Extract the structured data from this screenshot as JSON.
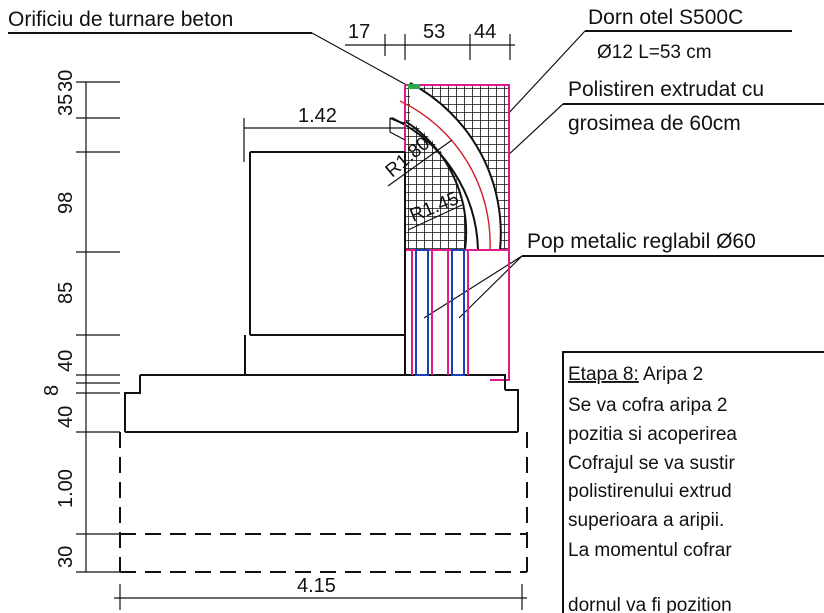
{
  "labels": {
    "orificiu": "Orificiu de turnare beton",
    "dorn_line1": "Dorn otel S500C",
    "dorn_line2": "Ø12 L=53 cm",
    "polistiren_line1": "Polistiren extrudat cu",
    "polistiren_line2": "grosimea de 60cm",
    "pop": "Pop metalic reglabil Ø60"
  },
  "dimensions": {
    "top": [
      "17",
      "53",
      "44"
    ],
    "width_top": "1.42",
    "width_bottom": "4.15",
    "left": [
      "35",
      "30",
      "98",
      "85",
      "40",
      "8",
      "40",
      "1.00",
      "30"
    ],
    "r_outer": "R1.80",
    "r_inner": "R1.45"
  },
  "note": {
    "title": "Etapa 8:",
    "title_rest": " Aripa 2",
    "lines": [
      "Se va cofra aripa 2",
      "pozitia si acoperirea",
      "Cofrajul se va sustir",
      "polistirenului extrud",
      "superioara a aripii.",
      "La momentul cofrar",
      "dornul va fi pozition"
    ]
  },
  "colors": {
    "ink": "#111111",
    "pink": "#e0198c",
    "red": "#d2202a",
    "blue": "#1b3fb0",
    "green": "#2aa84a"
  }
}
